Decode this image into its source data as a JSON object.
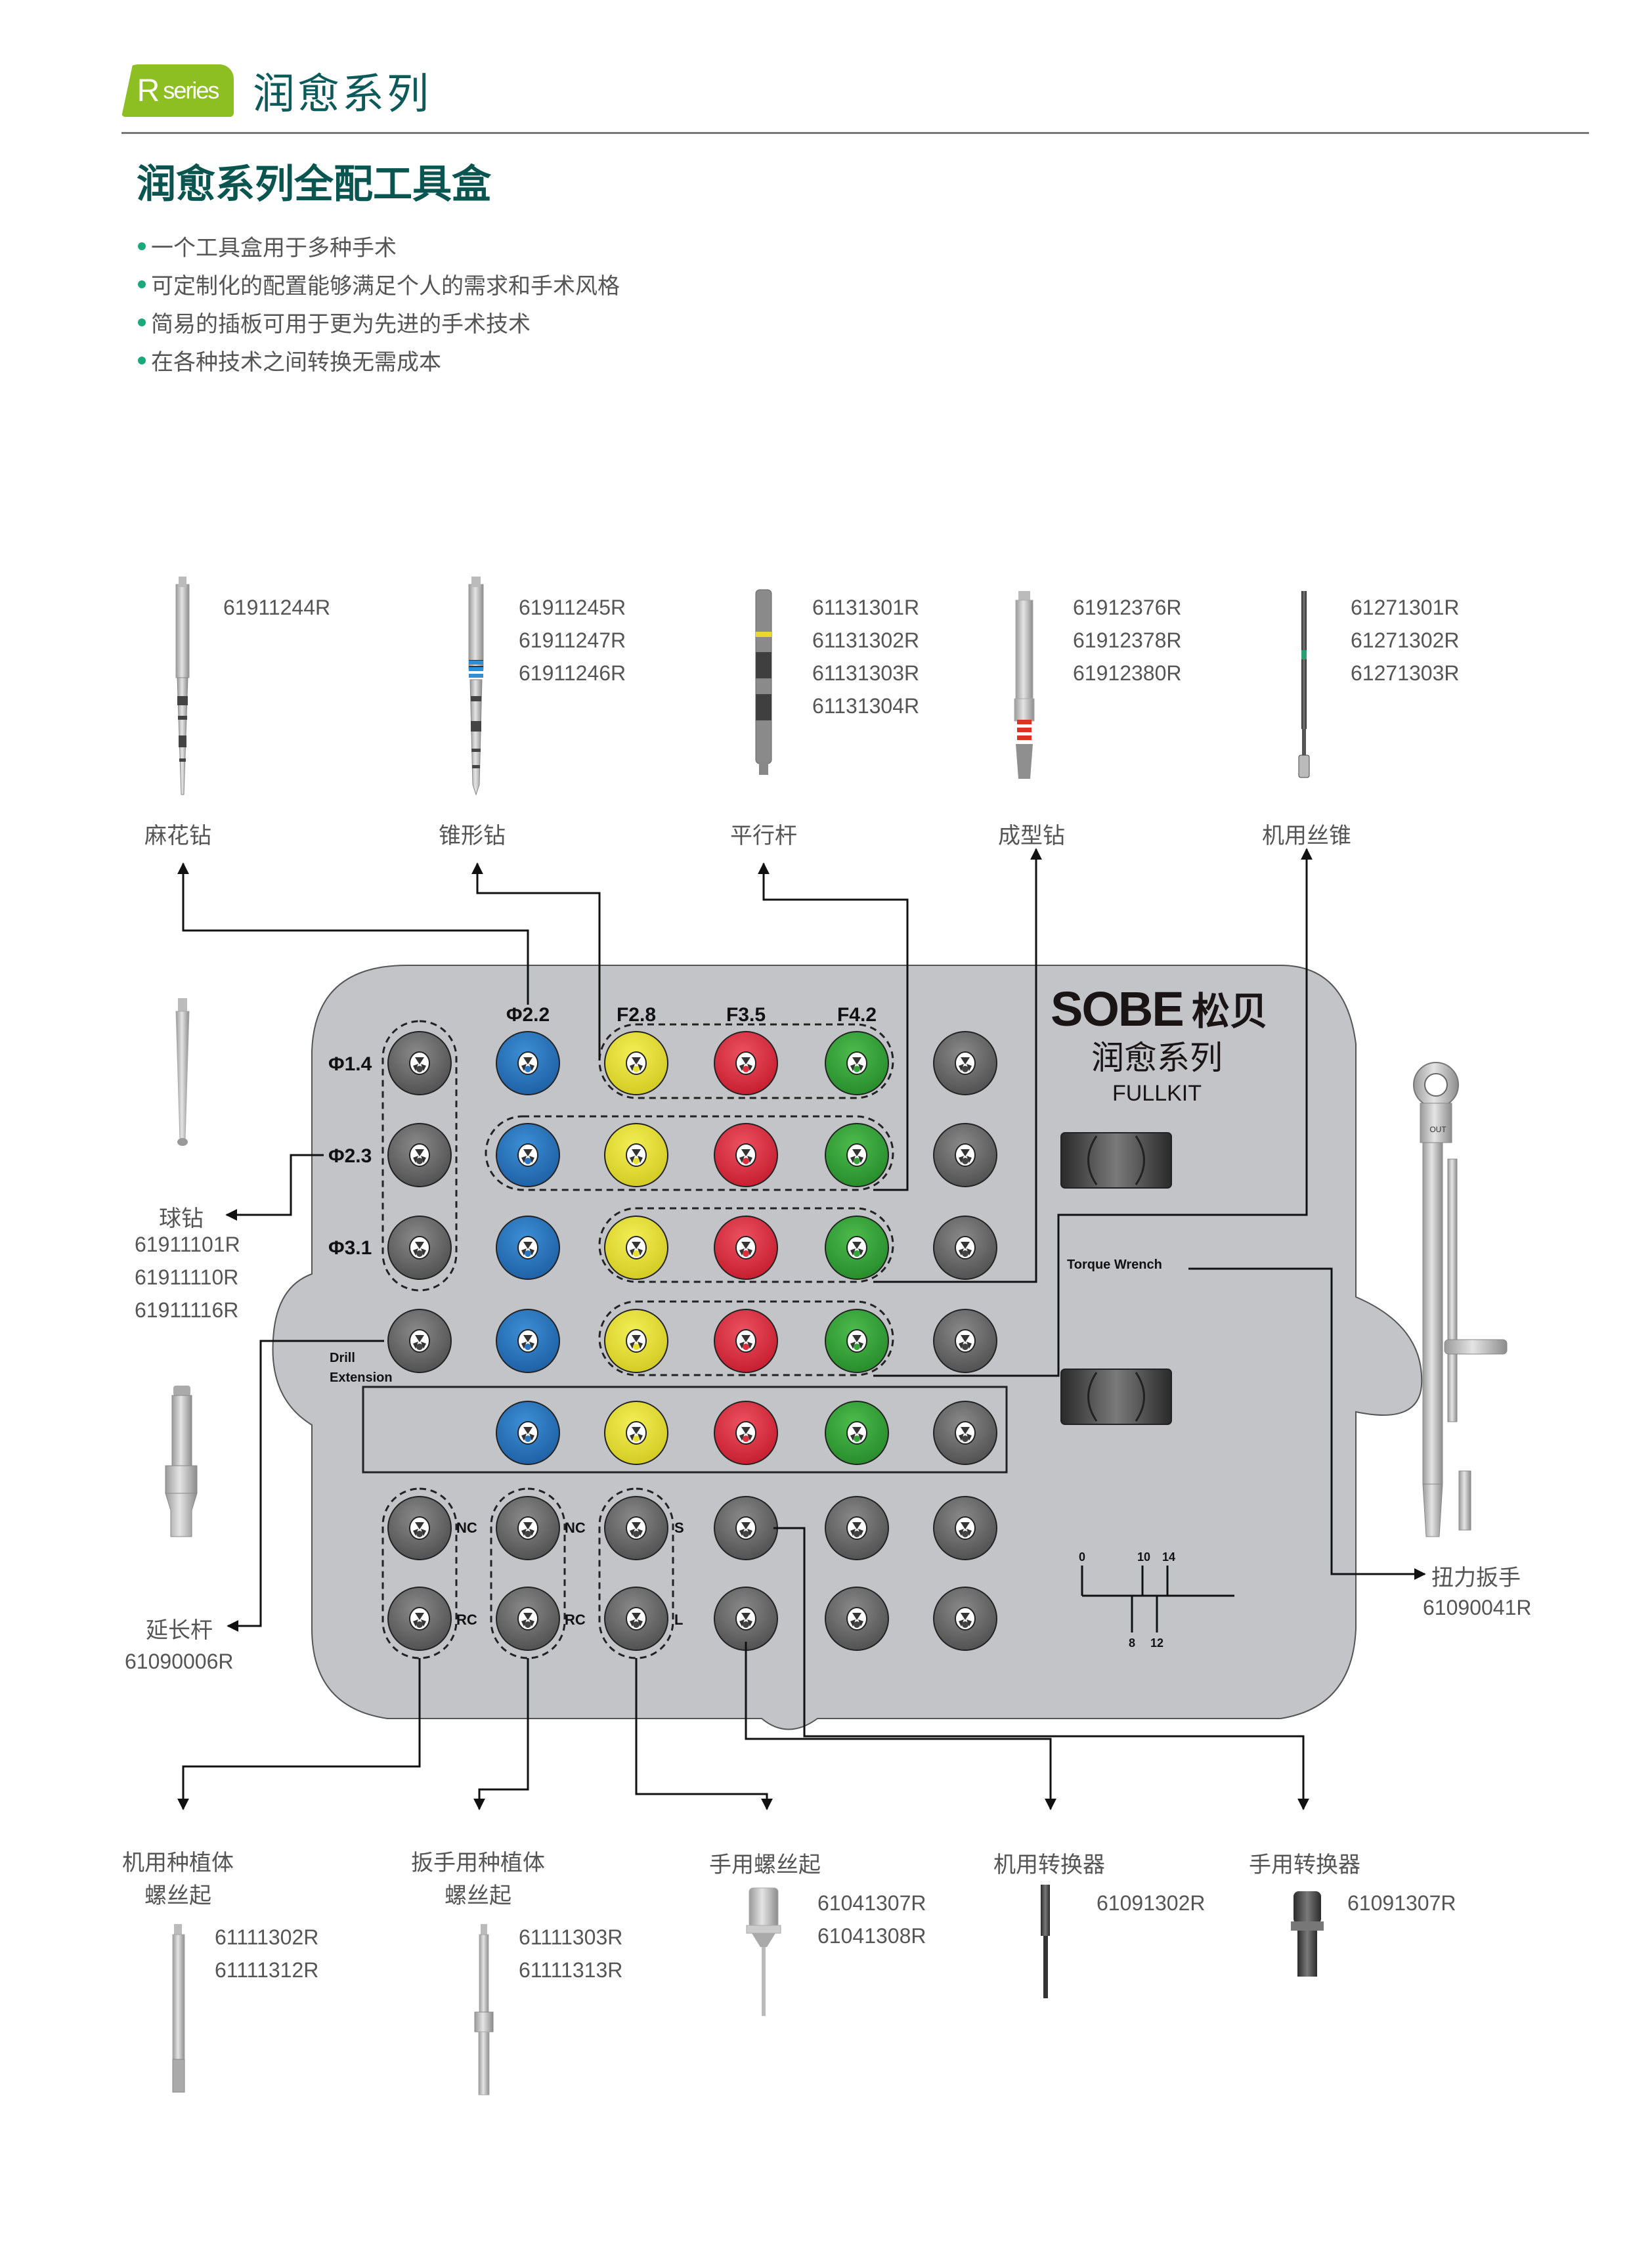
{
  "header": {
    "badge_letter": "R",
    "badge_word": "series",
    "series_name": "润愈系列"
  },
  "page_title": "润愈系列全配工具盒",
  "bullets": [
    "一个工具盒用于多种手术",
    "可定制化的配置能够满足个人的需求和手术风格",
    "简易的插板可用于更为先进的手术技术",
    "在各种技术之间转换无需成本"
  ],
  "top_products": [
    {
      "name": "麻花钻",
      "codes": [
        "61911244R"
      ],
      "icon": "twist-drill-icon"
    },
    {
      "name": "锥形钻",
      "codes": [
        "61911245R",
        "61911247R",
        "61911246R"
      ],
      "icon": "tapered-drill-icon"
    },
    {
      "name": "平行杆",
      "codes": [
        "61131301R",
        "61131302R",
        "61131303R",
        "61131304R"
      ],
      "icon": "parallel-pin-icon"
    },
    {
      "name": "成型钻",
      "codes": [
        "61912376R",
        "61912378R",
        "61912380R"
      ],
      "icon": "profile-drill-icon"
    },
    {
      "name": "机用丝锥",
      "codes": [
        "61271301R",
        "61271302R",
        "61271303R"
      ],
      "icon": "machine-tap-icon"
    }
  ],
  "left_products": [
    {
      "name": "球钻",
      "codes": [
        "61911101R",
        "61911110R",
        "61911116R"
      ],
      "icon": "ball-drill-icon"
    },
    {
      "name": "延长杆",
      "codes": [
        "61090006R"
      ],
      "icon": "extension-rod-icon"
    }
  ],
  "right_products": [
    {
      "name": "扭力扳手",
      "codes": [
        "61090041R"
      ],
      "icon": "torque-wrench-icon"
    }
  ],
  "bottom_products": [
    {
      "name_line1": "机用种植体",
      "name_line2": "螺丝起",
      "codes": [
        "61111302R",
        "61111312R"
      ],
      "icon": "machine-implant-driver-icon"
    },
    {
      "name_line1": "扳手用种植体",
      "name_line2": "螺丝起",
      "codes": [
        "61111303R",
        "61111313R"
      ],
      "icon": "wrench-implant-driver-icon"
    },
    {
      "name_line1": "手用螺丝起",
      "name_line2": "",
      "codes": [
        "61041307R",
        "61041308R"
      ],
      "icon": "hand-screwdriver-icon"
    },
    {
      "name_line1": "机用转换器",
      "name_line2": "",
      "codes": [
        "61091302R"
      ],
      "icon": "machine-adapter-icon"
    },
    {
      "name_line1": "手用转换器",
      "name_line2": "",
      "codes": [
        "61091307R"
      ],
      "icon": "hand-adapter-icon"
    }
  ],
  "tray": {
    "brand": "SOBE",
    "brand_cn": "松贝",
    "series": "润愈系列",
    "kit": "FULLKIT",
    "column_labels": [
      "Φ2.2",
      "F2.8",
      "F3.5",
      "F4.2"
    ],
    "row_labels": [
      "Φ1.4",
      "Φ2.3",
      "Φ3.1"
    ],
    "drill_extension_line1": "Drill",
    "drill_extension_line2": "Extension",
    "torque_wrench_label": "Torque Wrench",
    "driver_labels": [
      [
        "NC",
        "RC"
      ],
      [
        "NC",
        "RC"
      ],
      [
        "S",
        "L"
      ]
    ],
    "scale_top": [
      "0",
      "10",
      "14"
    ],
    "scale_bottom": [
      "8",
      "12"
    ],
    "hole_rows": [
      [
        "gray",
        "blue",
        "yellow",
        "red",
        "green",
        "gray"
      ],
      [
        "gray",
        "blue",
        "yellow",
        "red",
        "green",
        "gray"
      ],
      [
        "gray",
        "blue",
        "yellow",
        "red",
        "green",
        "gray"
      ],
      [
        "gray",
        "blue",
        "yellow",
        "red",
        "green",
        "gray"
      ],
      [
        "none",
        "blue",
        "yellow",
        "red",
        "green",
        "gray"
      ],
      [
        "gray",
        "gray",
        "gray",
        "gray",
        "gray",
        "gray"
      ],
      [
        "gray",
        "gray",
        "gray",
        "gray",
        "gray",
        "gray"
      ]
    ],
    "colors": {
      "blue": "#2a76c0",
      "yellow": "#e6e033",
      "red": "#dc2f3f",
      "green": "#35a23a",
      "gray": "#6f6f6f",
      "tray": "#c2c4c8",
      "accent_green": "#8dbe22",
      "title_teal": "#0a5550"
    }
  }
}
